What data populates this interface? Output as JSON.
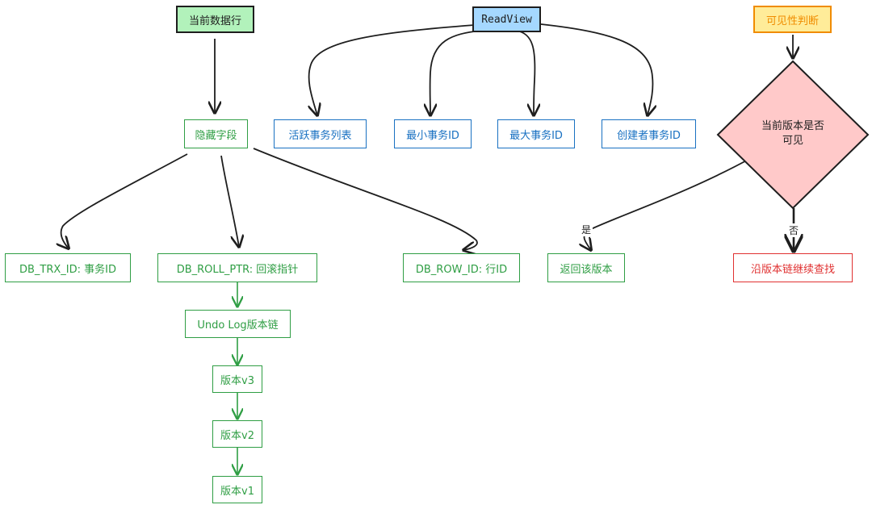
{
  "colors": {
    "black": "#1e1e1e",
    "green": "#2f9e44",
    "green_fill": "#b2f2bb",
    "blue": "#1971c2",
    "blue_fill": "#a5d8ff",
    "yellow_fill": "#ffec99",
    "orange": "#f08c00",
    "red": "#e03131",
    "pink_fill": "#ffc9c9"
  },
  "nodes": {
    "current_row": "当前数据行",
    "readview": "ReadView",
    "visibility": "可见性判断",
    "hidden_fields": "隐藏字段",
    "active_list": "活跃事务列表",
    "min_trx": "最小事务ID",
    "max_trx": "最大事务ID",
    "creator_trx": "创建者事务ID",
    "decision_line1": "当前版本是否",
    "decision_line2": "可见",
    "db_trx_id": "DB_TRX_ID: 事务ID",
    "db_roll_ptr": "DB_ROLL_PTR: 回滚指针",
    "db_row_id": "DB_ROW_ID: 行ID",
    "return_version": "返回该版本",
    "follow_chain": "沿版本链继续查找",
    "undo_chain": "Undo Log版本链",
    "v3": "版本v3",
    "v2": "版本v2",
    "v1": "版本v1"
  },
  "edge_labels": {
    "yes": "是",
    "no": "否"
  }
}
